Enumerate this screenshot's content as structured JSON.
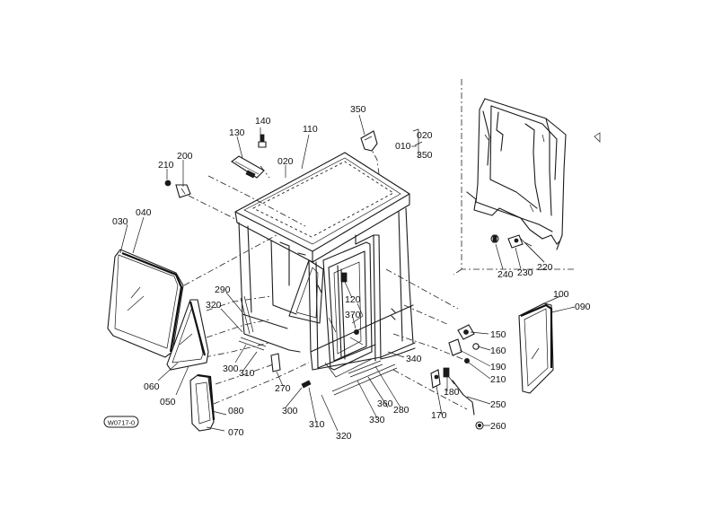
{
  "diagram": {
    "code": "W0717-0",
    "labels": {
      "p010": "010",
      "p020": "020",
      "p020b": "020",
      "p030": "030",
      "p040": "040",
      "p050": "050",
      "p060": "060",
      "p070": "070",
      "p080": "080",
      "p090": "090",
      "p100": "100",
      "p110": "110",
      "p120": "120",
      "p130": "130",
      "p140": "140",
      "p150": "150",
      "p160": "160",
      "p170": "170",
      "p180": "180",
      "p190": "190",
      "p200": "200",
      "p210": "210",
      "p210b": "210",
      "p220": "220",
      "p230": "230",
      "p240": "240",
      "p250": "250",
      "p260": "260",
      "p270": "270",
      "p280": "280",
      "p290": "290",
      "p300": "300",
      "p300b": "300",
      "p310": "310",
      "p310b": "310",
      "p320": "320",
      "p320b": "320",
      "p330": "330",
      "p340": "340",
      "p350": "350",
      "p350b": "350",
      "p360": "360",
      "p370": "370"
    }
  }
}
